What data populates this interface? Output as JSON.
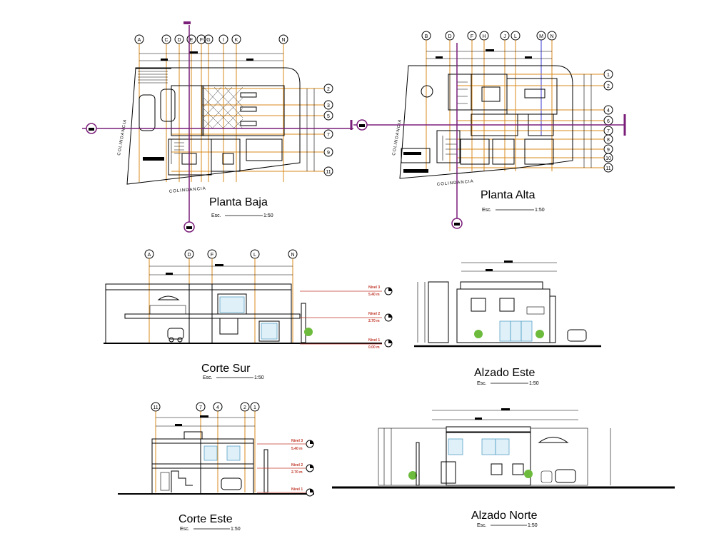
{
  "drawings": {
    "planta_baja": {
      "title": "Planta Baja",
      "scale_label": "Esc.",
      "scale_value": "1:50",
      "col_axes": [
        "A",
        "C",
        "D",
        "E",
        "F",
        "G",
        "I",
        "K",
        "N"
      ],
      "row_axes": [
        "2",
        "3",
        "5",
        "7",
        "9",
        "11"
      ],
      "boundary_labels": [
        "COLINDANCIA",
        "COLINDANCIA"
      ]
    },
    "planta_alta": {
      "title": "Planta Alta",
      "scale_label": "Esc.",
      "scale_value": "1:50",
      "col_axes": [
        "B",
        "D",
        "F",
        "H",
        "J",
        "L",
        "M",
        "N"
      ],
      "row_axes": [
        "1",
        "2",
        "4",
        "6",
        "7",
        "8",
        "9",
        "10",
        "11"
      ],
      "boundary_labels": [
        "COLINDANCIA",
        "COLINDANCIA"
      ]
    },
    "corte_sur": {
      "title": "Corte  Sur",
      "scale_label": "Esc.",
      "scale_value": "1:50",
      "col_axes": [
        "A",
        "D",
        "F",
        "L",
        "N"
      ],
      "levels": [
        {
          "name": "Nivel 3",
          "value": "5.40 m"
        },
        {
          "name": "Nivel 2",
          "value": "2.70 m"
        },
        {
          "name": "Nivel 1",
          "value": "0.00 m"
        }
      ]
    },
    "alzado_este": {
      "title": "Alzado Este",
      "scale_label": "Esc.",
      "scale_value": "1:50"
    },
    "corte_este": {
      "title": "Corte  Este",
      "scale_label": "Esc.",
      "scale_value": "1:50",
      "col_axes": [
        "11",
        "7",
        "4",
        "2",
        "1"
      ],
      "levels": [
        {
          "name": "Nivel 3",
          "value": "5.40 m"
        },
        {
          "name": "Nivel 2",
          "value": "2.70 m"
        },
        {
          "name": "Nivel 1",
          "value": ""
        }
      ]
    },
    "alzado_norte": {
      "title": "Alzado Norte",
      "scale_label": "Esc.",
      "scale_value": "1:50"
    }
  },
  "colors": {
    "axis_lines": "#d98a1c",
    "section_markers": "#7a1e7a",
    "level_text": "#c0392b",
    "walls": "#000000",
    "vegetation": "#6dbb3c"
  }
}
